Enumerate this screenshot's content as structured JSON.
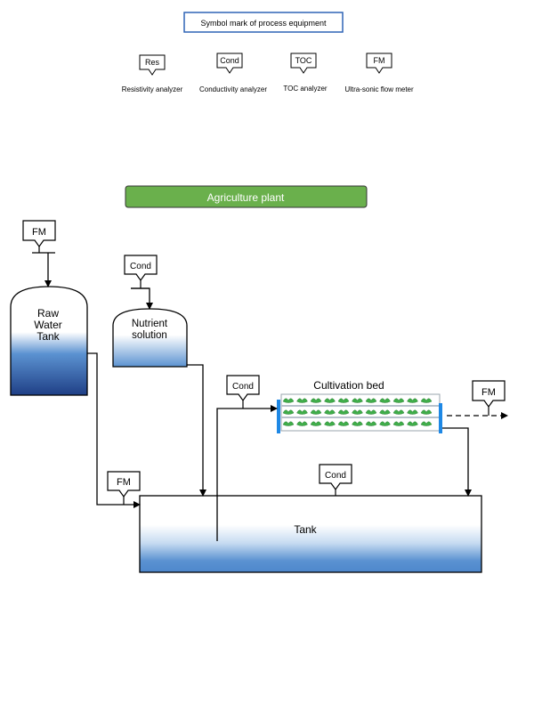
{
  "legend": {
    "title": "Symbol mark of process equipment",
    "items": [
      {
        "tag": "Res",
        "label": "Resistivity analyzer"
      },
      {
        "tag": "Cond",
        "label": "Conductivity analyzer"
      },
      {
        "tag": "TOC",
        "label": "TOC analyzer"
      },
      {
        "tag": "FM",
        "label": "Ultra-sonic flow meter"
      }
    ]
  },
  "banner": {
    "title": "Agriculture plant",
    "color": "#6ab04c"
  },
  "equipment": {
    "raw_water_tank": {
      "line1": "Raw",
      "line2": "Water",
      "line3": "Tank"
    },
    "nutrient_solution": {
      "line1": "Nutrient",
      "line2": "solution"
    },
    "cultivation_bed": {
      "label": "Cultivation bed"
    },
    "tank": {
      "label": "Tank"
    }
  },
  "instruments": {
    "fm_raw_inlet": "FM",
    "cond_nutrient": "Cond",
    "cond_bed_inlet": "Cond",
    "fm_bed_outlet": "FM",
    "fm_tank_inlet": "FM",
    "cond_tank": "Cond"
  },
  "colors": {
    "water_deep": "#1f3f86",
    "water_mid": "#5b92d1",
    "bed_blue": "#1e88e5",
    "plant_green": "#3fae49"
  }
}
